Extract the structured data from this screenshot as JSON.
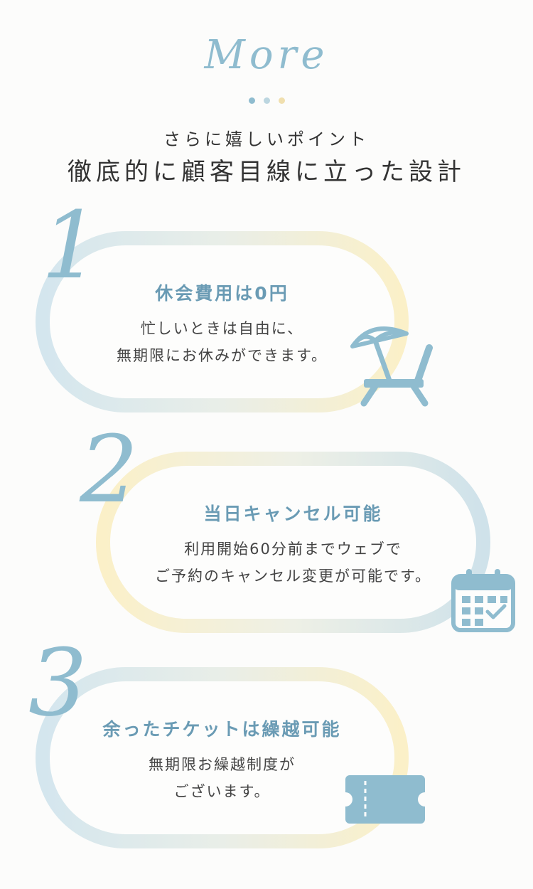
{
  "header": {
    "script_title": "More",
    "subtitle": "さらに嬉しいポイント",
    "title": "徹底的に顧客目線に立った設計",
    "dot_colors": [
      "#8fbccf",
      "#bcd6e0",
      "#f0dfae"
    ]
  },
  "cards": [
    {
      "number": "1",
      "heading": "休会費用は0円",
      "body_line1": "忙しいときは自由に、",
      "body_line2": "無期限にお休みができます。",
      "icon": "beach-chair-umbrella-icon"
    },
    {
      "number": "2",
      "heading": "当日キャンセル可能",
      "body_line1": "利用開始60分前までウェブで",
      "body_line2": "ご予約のキャンセル変更が可能です。",
      "icon": "calendar-check-icon"
    },
    {
      "number": "3",
      "heading": "余ったチケットは繰越可能",
      "body_line1": "無期限お繰越制度が",
      "body_line2": "ございます。",
      "icon": "ticket-icon"
    }
  ],
  "colors": {
    "accent_blue": "#8fbccf",
    "heading_blue": "#6a9bb4",
    "accent_cream": "#fbf0c8"
  }
}
